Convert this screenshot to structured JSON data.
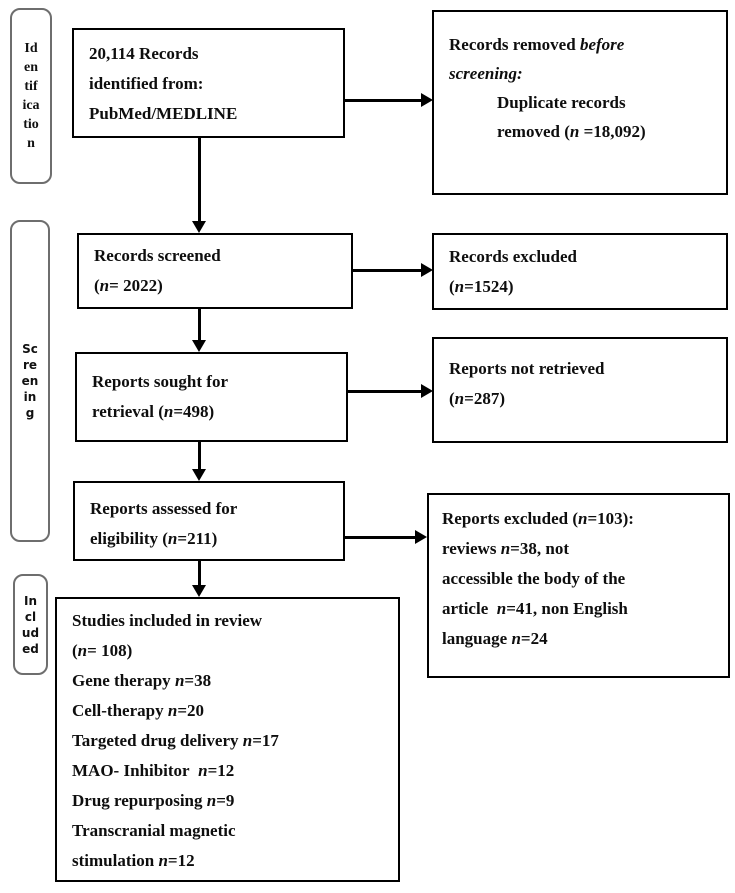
{
  "diagram": {
    "type": "prisma-flow",
    "stage_labels": [
      {
        "id": "identification",
        "label": "Identification",
        "stacked_lines": [
          "Id",
          "en",
          "tif",
          "ica",
          "tio",
          "n"
        ]
      },
      {
        "id": "screening",
        "label": "Screening",
        "stacked_lines": [
          "Sc",
          "re",
          "en",
          "in",
          "g"
        ]
      },
      {
        "id": "included",
        "label": "Included",
        "stacked_lines": [
          "In",
          "cl",
          "ud",
          "ed"
        ]
      }
    ],
    "boxes": {
      "identified": {
        "lines": [
          {
            "text": "20,114 Records"
          },
          {
            "text": "identified from:"
          },
          {
            "text": "PubMed/MEDLINE"
          }
        ]
      },
      "removed_before": {
        "lines": [
          {
            "text": "Records removed *before*"
          },
          {
            "text": "*screening:*"
          },
          {
            "text": "Duplicate records",
            "indent": true
          },
          {
            "text": "removed (*n* =18,092)",
            "indent": true
          }
        ]
      },
      "screened": {
        "lines": [
          {
            "text": "Records screened"
          },
          {
            "text": "(*n*= 2022)"
          }
        ]
      },
      "records_excluded": {
        "lines": [
          {
            "text": "Records excluded"
          },
          {
            "text": "(*n*=1524)"
          }
        ]
      },
      "sought": {
        "lines": [
          {
            "text": "Reports sought for"
          },
          {
            "text": "retrieval (*n*=498)"
          }
        ]
      },
      "not_retrieved": {
        "lines": [
          {
            "text": "Reports not retrieved"
          },
          {
            "text": "(*n*=287)"
          }
        ]
      },
      "assessed": {
        "lines": [
          {
            "text": "Reports assessed for"
          },
          {
            "text": "eligibility (*n*=211)"
          }
        ]
      },
      "reports_excluded": {
        "lines": [
          {
            "text": "Reports excluded (*n*=103):"
          },
          {
            "text": "reviews *n*=38, not"
          },
          {
            "text": "accessible the body of the"
          },
          {
            "text": "article  *n*=41, non English"
          },
          {
            "text": "language *n*=24"
          }
        ]
      },
      "included_in_review": {
        "lines": [
          {
            "text": "Studies included in review"
          },
          {
            "text": "(*n*= 108)"
          },
          {
            "text": "Gene therapy *n*=38"
          },
          {
            "text": "Cell-therapy *n*=20"
          },
          {
            "text": "Targeted drug delivery *n*=17"
          },
          {
            "text": "MAO- Inhibitor  *n*=12"
          },
          {
            "text": "Drug repurposing *n*=9"
          },
          {
            "text": "Transcranial magnetic"
          },
          {
            "text": "stimulation *n*=12"
          }
        ]
      }
    },
    "colors": {
      "box_border": "#000000",
      "text": "#0e0e0e",
      "stage_border": "#6e6e6e",
      "background": "#ffffff"
    }
  }
}
